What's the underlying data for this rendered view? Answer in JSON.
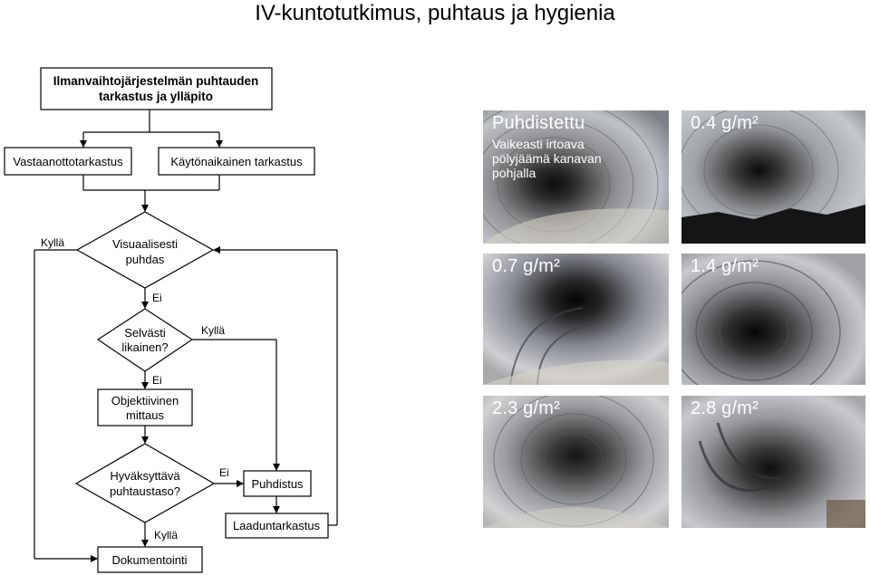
{
  "title": "IV-kuntotutkimus, puhtaus ja hygienia",
  "flowchart": {
    "top_box_line1": "Ilmanvaihtojärjestelmän puhtauden",
    "top_box_line2": "tarkastus ja ylläpito",
    "receiving_inspection": "Vastaanottotarkastus",
    "operational_inspection": "Käytönaikainen tarkastus",
    "visually_clean_line1": "Visuaalisesti",
    "visually_clean_line2": "puhdas",
    "clearly_dirty_line1": "Selvästi",
    "clearly_dirty_line2": "likainen?",
    "objective_measurement_line1": "Objektiivinen",
    "objective_measurement_line2": "mittaus",
    "acceptable_level_line1": "Hyväksyttävä",
    "acceptable_level_line2": "puhtaustaso?",
    "cleaning": "Puhdistus",
    "quality_check": "Laaduntarkastus",
    "documentation": "Dokumentointi",
    "yes_1": "Kyllä",
    "no_1": "Ei",
    "yes_2": "Kyllä",
    "no_2": "Ei",
    "no_3": "Ei",
    "yes_3": "Kyllä"
  },
  "photos": [
    {
      "caption": "Puhdistettu",
      "subtitle_lines": [
        "Vaikeasti irtoava",
        "pölyjäämä kanavan",
        "pohjalla"
      ]
    },
    {
      "caption": "0.4 g/m²"
    },
    {
      "caption": "0.7 g/m²"
    },
    {
      "caption": "1.4 g/m²"
    },
    {
      "caption": "2.3 g/m²"
    },
    {
      "caption": "2.8 g/m²"
    }
  ]
}
